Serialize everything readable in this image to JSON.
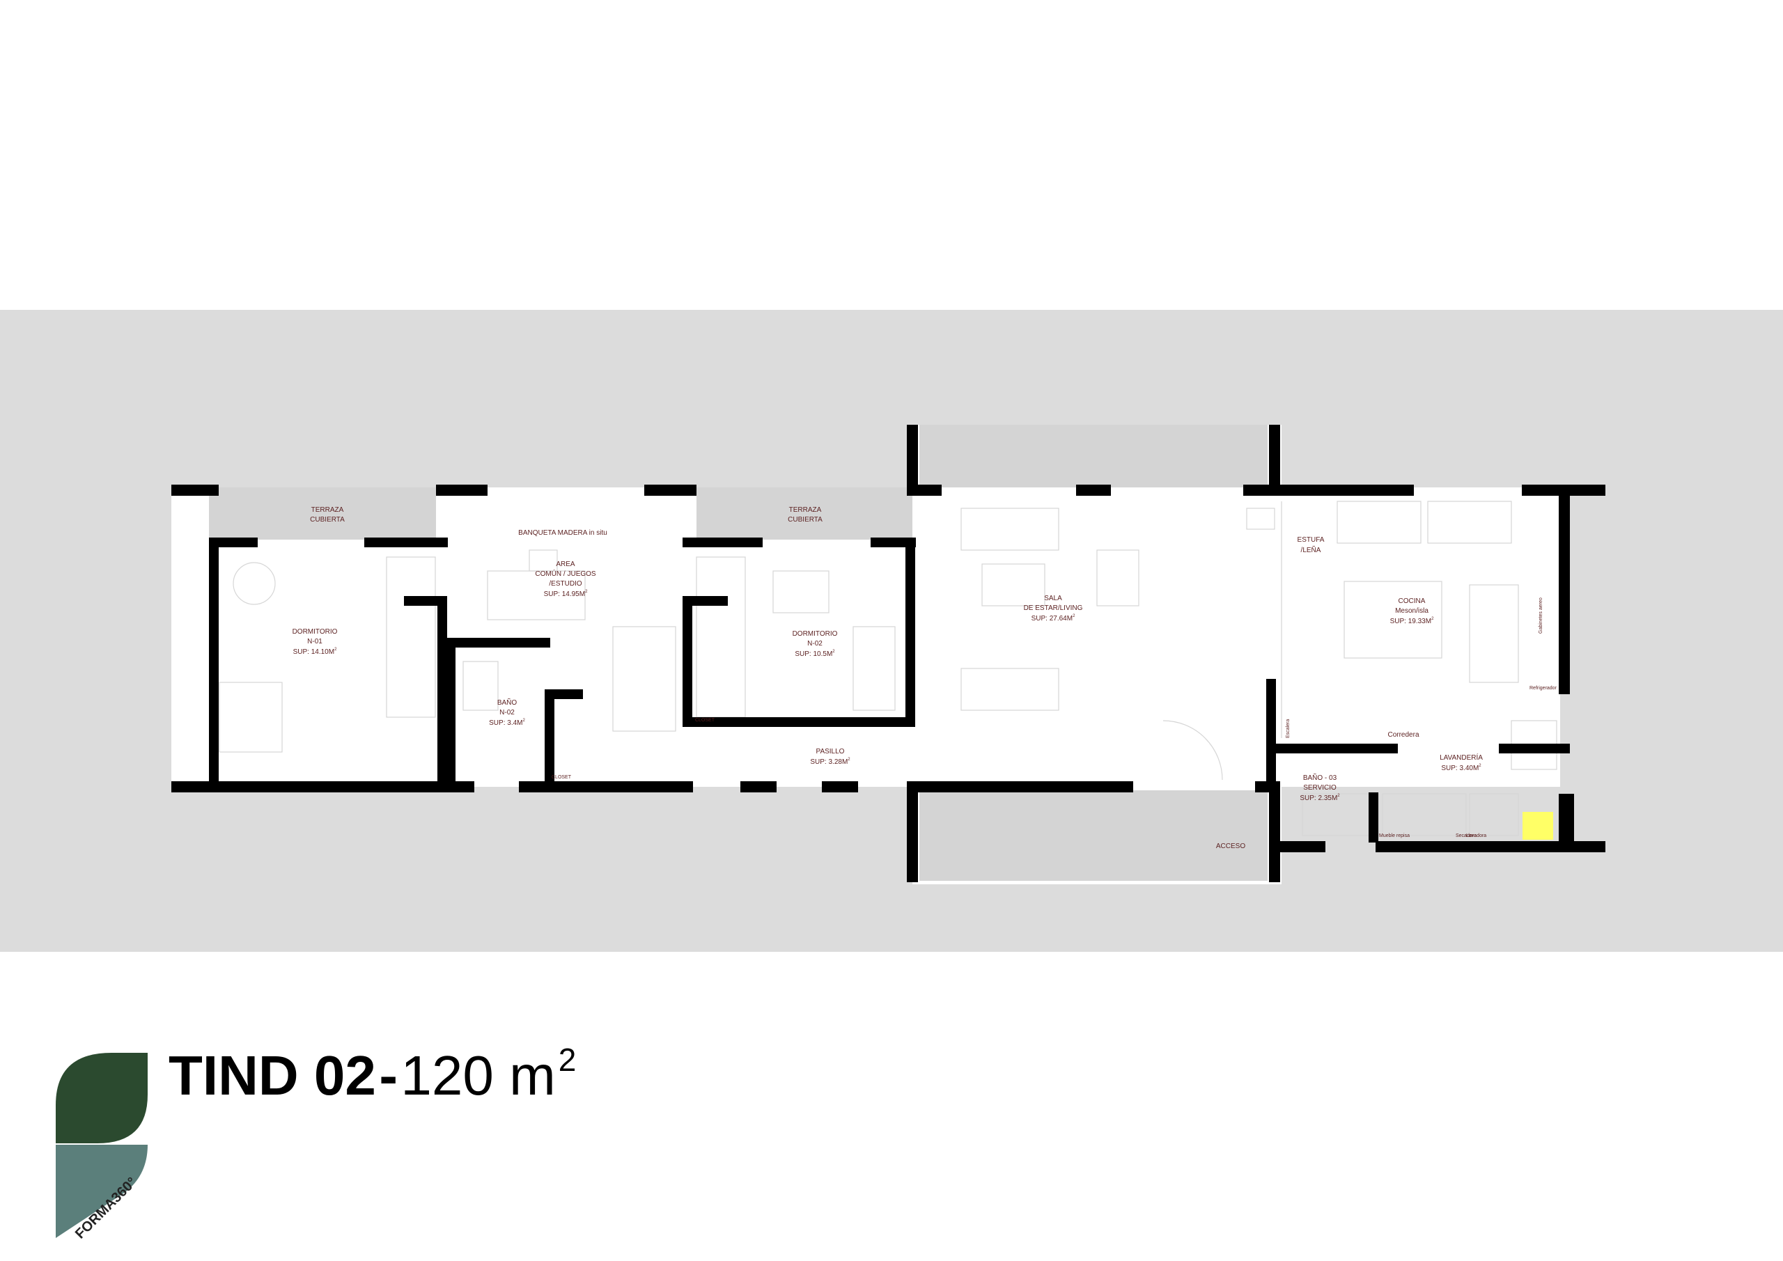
{
  "title": {
    "code": "TIND 02",
    "separator": "-",
    "area": "120 m",
    "area_sup": "2"
  },
  "logo": {
    "text": "FORMA360°",
    "colors": {
      "top": "#2b4a2f",
      "bottom": "#5b7f7b"
    }
  },
  "colors": {
    "background": "#ffffff",
    "site_band": "#dcdcdc",
    "wall": "#000000",
    "terrace": "#d4d4d4",
    "label": "#5a1f1f",
    "highlight": "#ffff66"
  },
  "labels": {
    "terraza1_l1": "TERRAZA",
    "terraza1_l2": "CUBIERTA",
    "terraza2_l1": "TERRAZA",
    "terraza2_l2": "CUBIERTA",
    "banqueta": "BANQUETA MADERA in situ",
    "area_l1": "AREA",
    "area_l2": "COMÚN / JUEGOS",
    "area_l3": "/ESTUDIO",
    "area_sup": "SUP: 14.95M",
    "dorm1_l1": "DORMITORIO",
    "dorm1_l2": "N-01",
    "dorm1_sup": "SUP: 14.10M",
    "bano2_l1": "BAÑO",
    "bano2_l2": "N-02",
    "bano2_sup": "SUP: 3.4M",
    "closet1": "CLOSET",
    "dorm2_l1": "DORMITORIO",
    "dorm2_l2": "N-02",
    "dorm2_sup": "SUP: 10.5M",
    "closet2": "CLOSET",
    "pasillo_l1": "PASILLO",
    "pasillo_sup": "SUP: 3.28M",
    "sala_l1": "SALA",
    "sala_l2": "DE ESTAR/LIVING",
    "sala_sup": "SUP: 27.64M",
    "estufa_l1": "ESTUFA",
    "estufa_l2": "/LEÑA",
    "cocina_l1": "COCINA",
    "cocina_l2": "Meson/isla",
    "cocina_sup": "SUP: 19.33M",
    "gabinetes": "Gabinetes aereo",
    "refrigerador": "Refrigerador",
    "escalera": "Escalera",
    "corredera": "Corredera",
    "lavanderia_l1": "LAVANDERÍA",
    "lavanderia_sup": "SUP: 3.40M",
    "bano3_l1": "BAÑO - 03",
    "bano3_l2": "SERVICIO",
    "bano3_sup": "SUP: 2.35M",
    "mueble": "Mueble repisa",
    "secadora": "Secadora",
    "lavadora": "Lavadora",
    "acceso": "ACCESO",
    "sq": "2"
  }
}
